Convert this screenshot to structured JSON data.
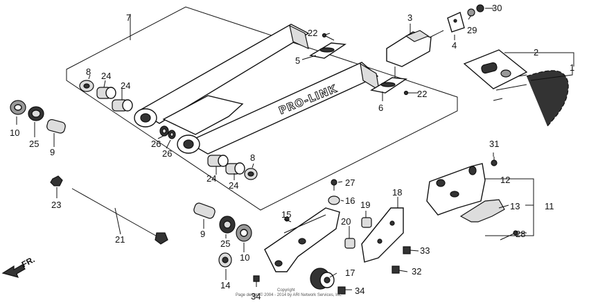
{
  "callouts": [
    {
      "id": "c1",
      "text": "1"
    },
    {
      "id": "c2",
      "text": "2"
    },
    {
      "id": "c3",
      "text": "3"
    },
    {
      "id": "c4",
      "text": "4"
    },
    {
      "id": "c5",
      "text": "5"
    },
    {
      "id": "c6",
      "text": "6"
    },
    {
      "id": "c7",
      "text": "7"
    },
    {
      "id": "c8a",
      "text": "8"
    },
    {
      "id": "c8b",
      "text": "8"
    },
    {
      "id": "c9a",
      "text": "9"
    },
    {
      "id": "c9b",
      "text": "9"
    },
    {
      "id": "c10a",
      "text": "10"
    },
    {
      "id": "c10b",
      "text": "10"
    },
    {
      "id": "c11",
      "text": "11"
    },
    {
      "id": "c12",
      "text": "12"
    },
    {
      "id": "c13",
      "text": "13"
    },
    {
      "id": "c14",
      "text": "14"
    },
    {
      "id": "c15",
      "text": "15"
    },
    {
      "id": "c16",
      "text": "16"
    },
    {
      "id": "c17",
      "text": "17"
    },
    {
      "id": "c18",
      "text": "18"
    },
    {
      "id": "c19",
      "text": "19"
    },
    {
      "id": "c20",
      "text": "20"
    },
    {
      "id": "c21",
      "text": "21"
    },
    {
      "id": "c22a",
      "text": "22"
    },
    {
      "id": "c22b",
      "text": "22"
    },
    {
      "id": "c23",
      "text": "23"
    },
    {
      "id": "c24a",
      "text": "24"
    },
    {
      "id": "c24b",
      "text": "24"
    },
    {
      "id": "c24c",
      "text": "24"
    },
    {
      "id": "c24d",
      "text": "24"
    },
    {
      "id": "c25a",
      "text": "25"
    },
    {
      "id": "c25b",
      "text": "25"
    },
    {
      "id": "c26a",
      "text": "26"
    },
    {
      "id": "c26b",
      "text": "26"
    },
    {
      "id": "c27",
      "text": "27"
    },
    {
      "id": "c28",
      "text": "28"
    },
    {
      "id": "c29",
      "text": "29"
    },
    {
      "id": "c30",
      "text": "30"
    },
    {
      "id": "c31",
      "text": "31"
    },
    {
      "id": "c32",
      "text": "32"
    },
    {
      "id": "c33",
      "text": "33"
    },
    {
      "id": "c34a",
      "text": "34"
    },
    {
      "id": "c34b",
      "text": "34"
    }
  ],
  "embossed_text": "PRO-LINK",
  "direction_label": "FR.",
  "copyright_notice": "Copyright\nPage design © 2004 - 2014 by ARI Network Services, Inc."
}
